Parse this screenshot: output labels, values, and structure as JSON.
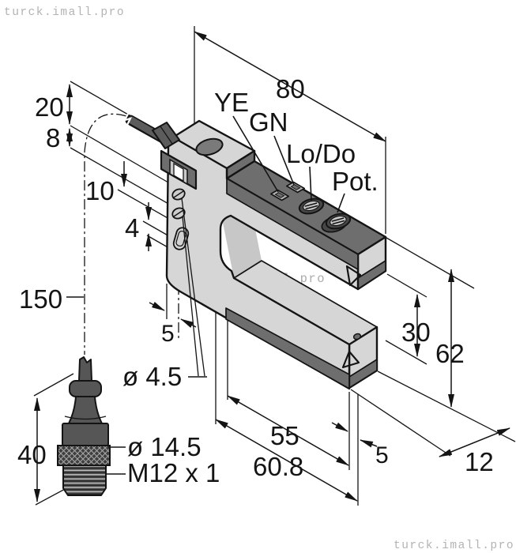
{
  "watermark": "turck.imall.pro",
  "part_labels": {
    "yellow_led": "YE",
    "green_led": "GN",
    "light_dark_switch": "Lo/Do",
    "potentiometer": "Pot."
  },
  "dimensions": {
    "housing_width": "80",
    "cable_bend_top": "20",
    "cable_bend_side": "8",
    "hole_top_offset": "10",
    "hole_pitch": "4",
    "cable_length": "150",
    "mounting_hole_dia": "ø 4.5",
    "hole_edge_offset": "5",
    "slot_depth": "55",
    "overall_length": "60.8",
    "arm_overhang": "5",
    "slot_width": "30",
    "overall_height": "62",
    "housing_depth": "12",
    "connector_height": "40",
    "connector_dia": "ø 14.5",
    "connector_thread": "M12 x 1"
  },
  "colors": {
    "body_light": "#d6d6d6",
    "body_dark": "#6e6e6e",
    "connector_dark": "#565656",
    "line": "#141414",
    "watermark": "#b3b3b3"
  }
}
